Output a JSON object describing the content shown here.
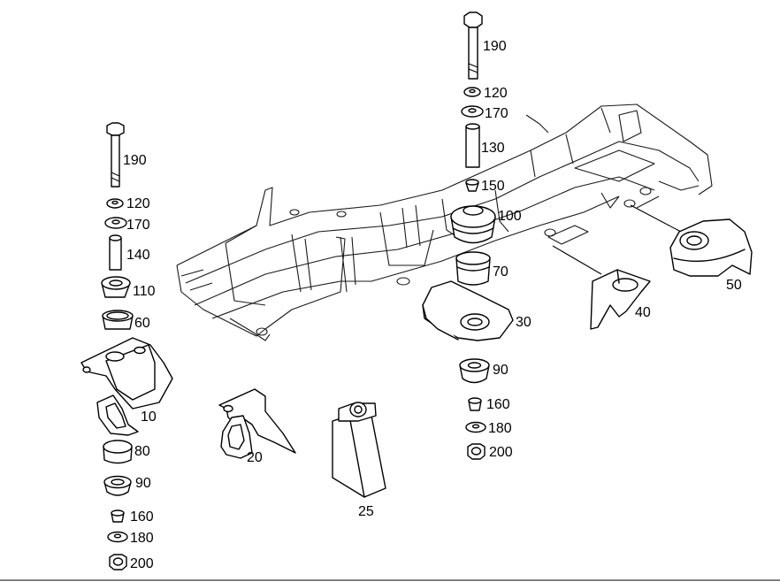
{
  "diagram": {
    "type": "exploded parts diagram",
    "colors": {
      "line": "#000000",
      "background": "#ffffff"
    },
    "callouts": {
      "p190_left": "190",
      "p120_left": "120",
      "p170_left": "170",
      "p140": "140",
      "p110": "110",
      "p60": "60",
      "p10": "10",
      "p80": "80",
      "p90_left": "90",
      "p160_left": "160",
      "p180_left": "180",
      "p200_left": "200",
      "p20": "20",
      "p25": "25",
      "p190_mid": "190",
      "p120_mid": "120",
      "p170_mid": "170",
      "p130": "130",
      "p150": "150",
      "p100": "100",
      "p70": "70",
      "p30": "30",
      "p90_mid": "90",
      "p160_mid": "160",
      "p180_mid": "180",
      "p200_mid": "200",
      "p40": "40",
      "p50": "50"
    }
  }
}
